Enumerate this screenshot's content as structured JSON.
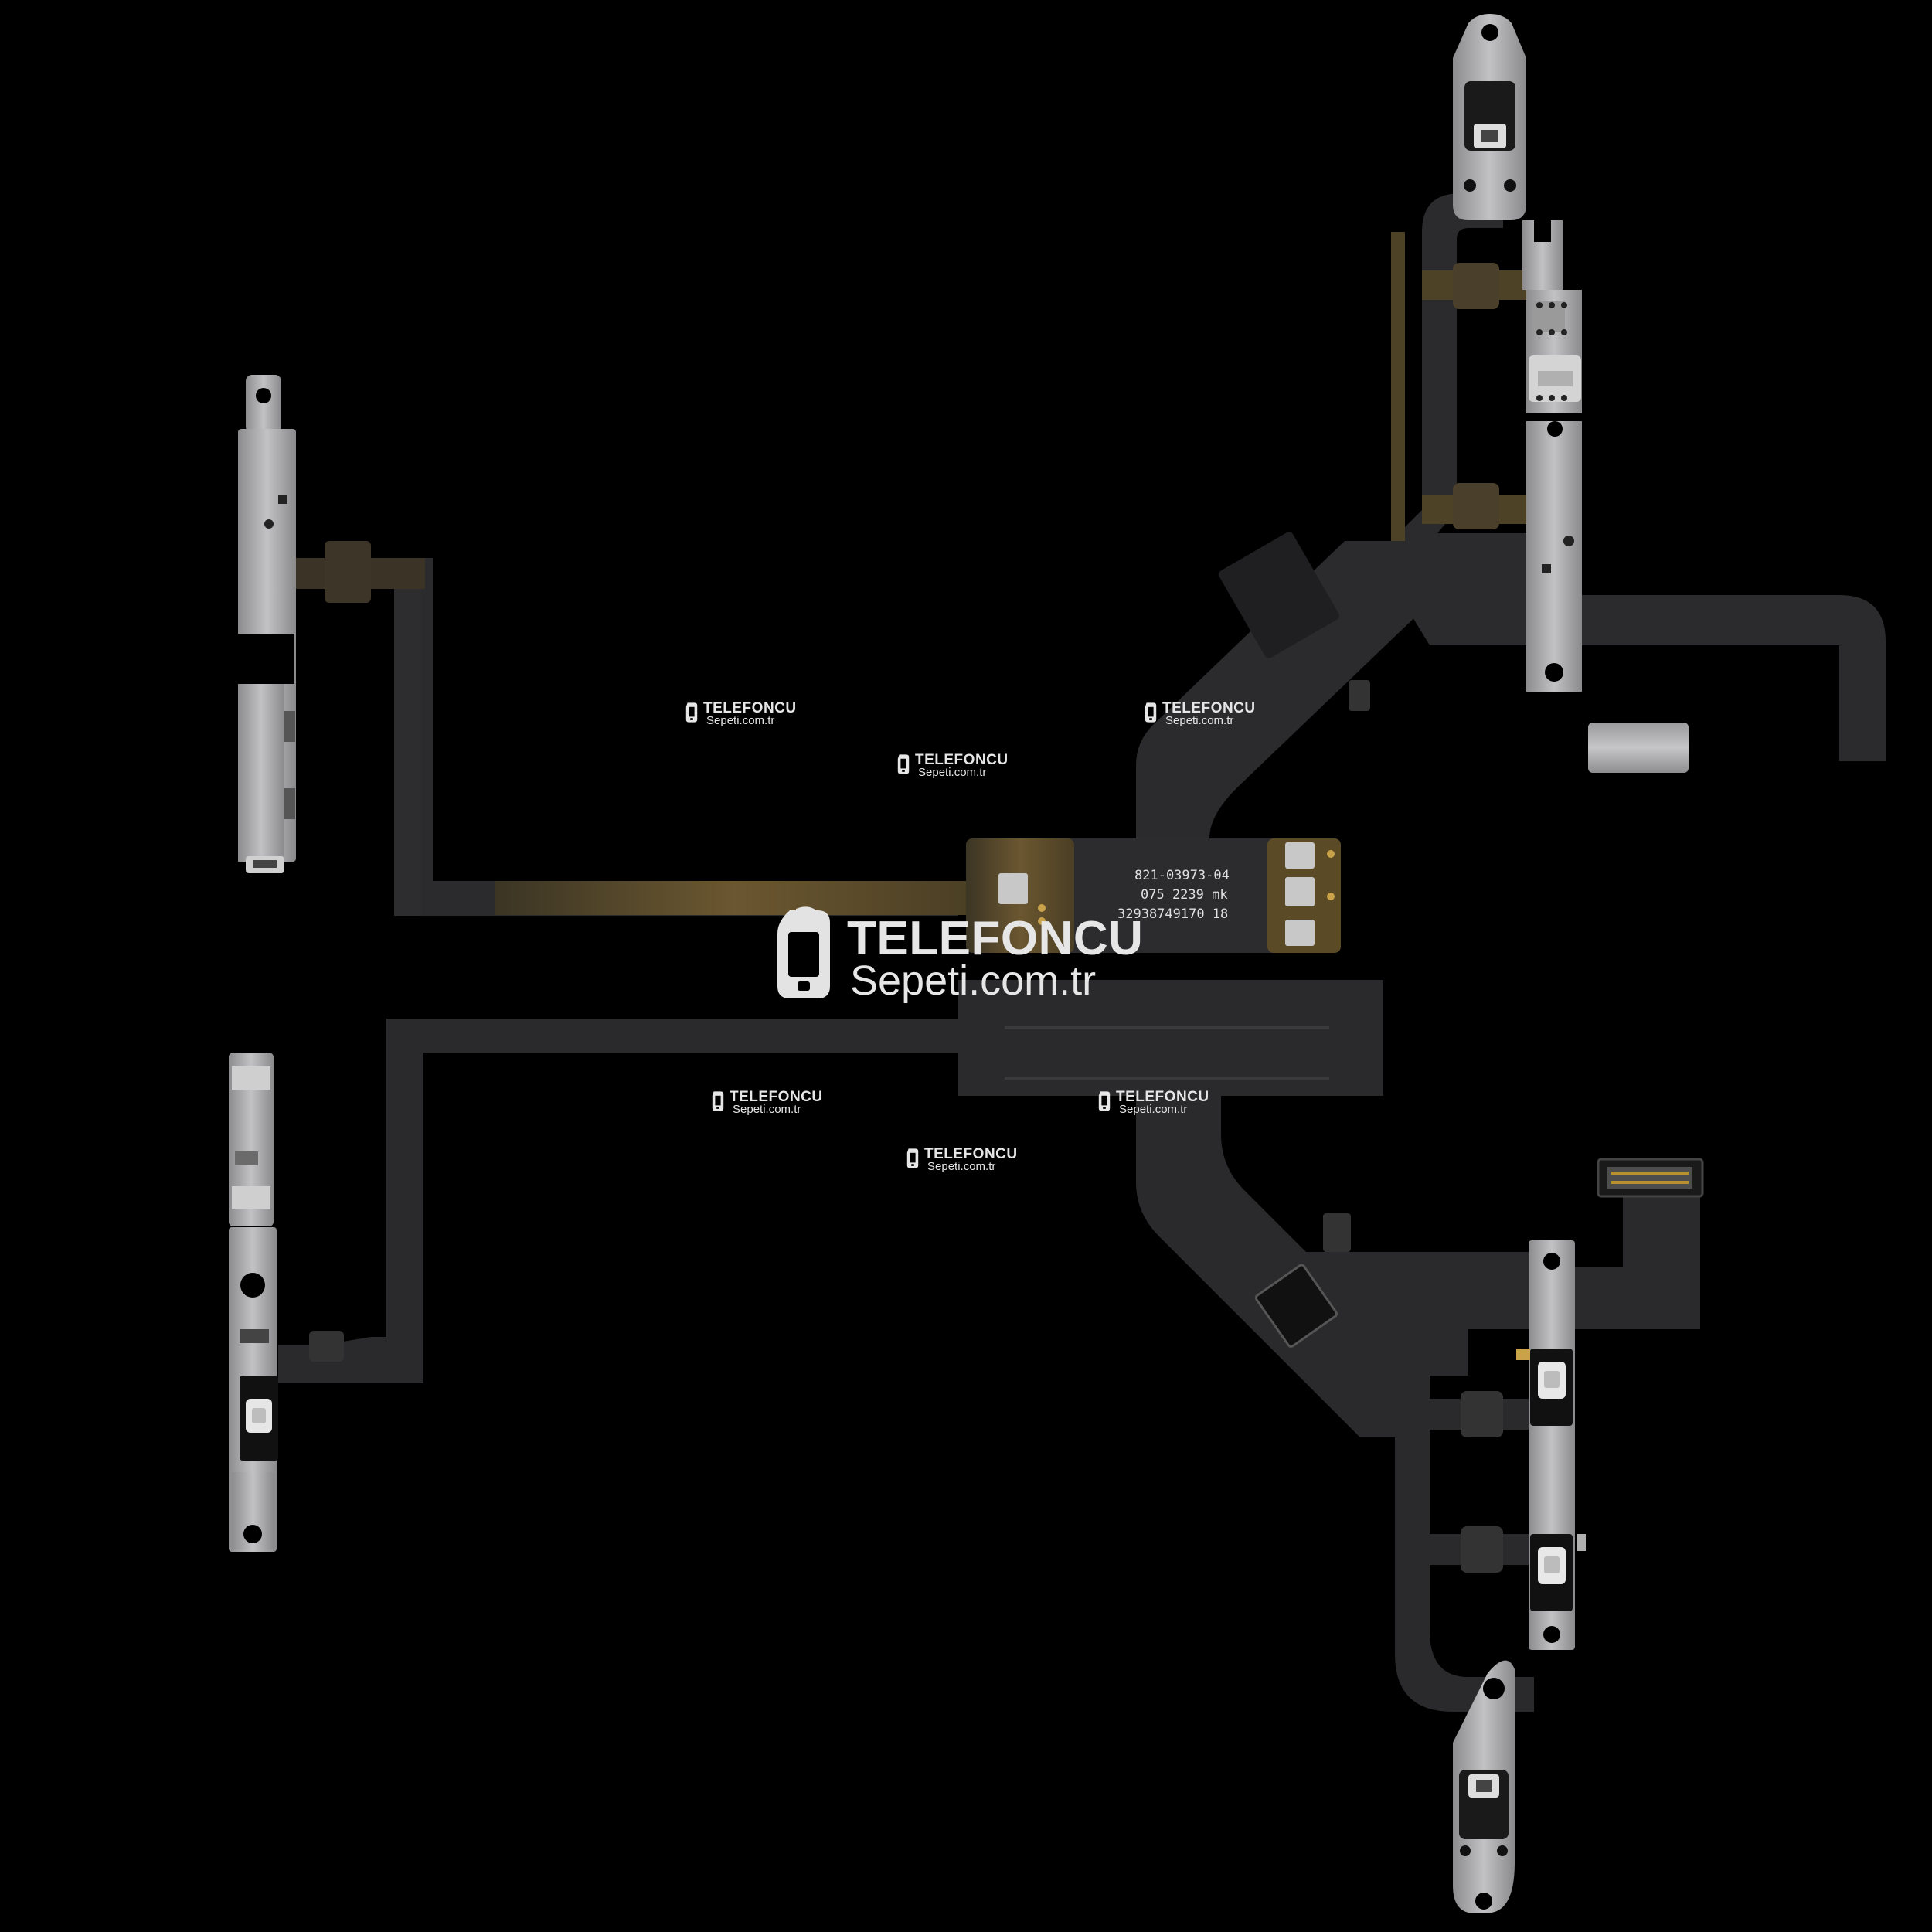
{
  "watermark": {
    "line1": "TELEFONCU",
    "line2": "Sepeti.com.tr"
  },
  "pcb_label": {
    "line1": "821-03973-04",
    "line2": "075  2239  mk",
    "line3": "32938749170  18"
  },
  "colors": {
    "background": "#000000",
    "flex_black": "#2a2a2c",
    "flex_amber": "#5a4a26",
    "metal": "#a7a7a9"
  },
  "icons": [
    "phone-logo-icon"
  ]
}
